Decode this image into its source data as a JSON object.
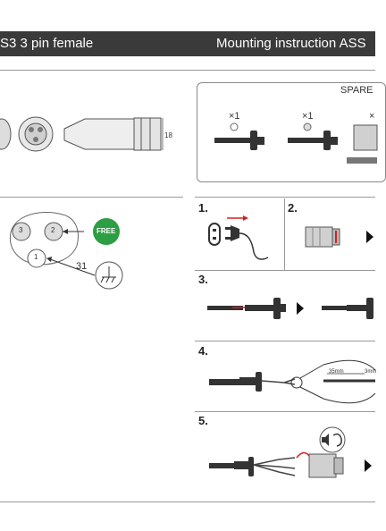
{
  "header": {
    "left_title": "S3 3 pin female",
    "right_title": "Mounting instruction ASS"
  },
  "top": {
    "dimension": "18"
  },
  "spare": {
    "title": "SPARE",
    "qty1": "×1",
    "qty2": "×1",
    "qty3": "×"
  },
  "pinout": {
    "pin3": "3",
    "pin2": "2",
    "pin1": "1",
    "free": "FREE",
    "ground_pin": "31"
  },
  "steps": {
    "s1": "1.",
    "s2": "2.",
    "s3": "3.",
    "s4": "4.",
    "s5": "5."
  },
  "measure": {
    "strip": "35mm",
    "end": "3mm"
  },
  "colors": {
    "header_bg": "#3a3a3a",
    "free_green": "#2e9e45",
    "arrow_red": "#d32020",
    "cable": "#3b3b3b"
  }
}
